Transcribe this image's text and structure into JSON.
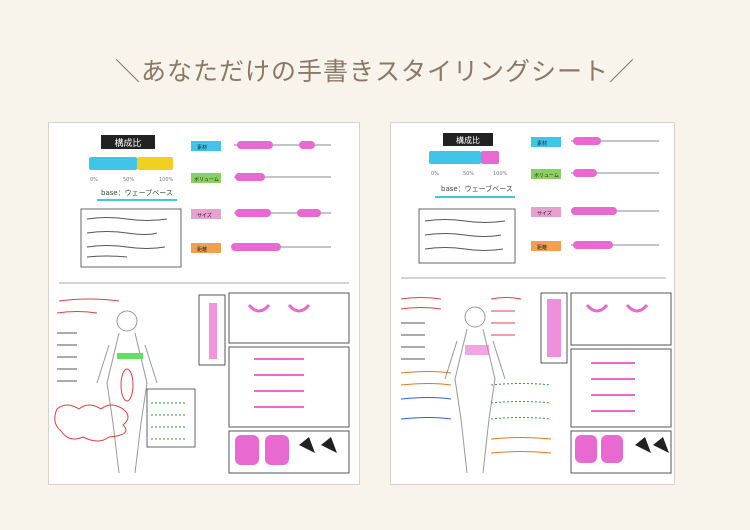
{
  "title": "＼あなただけの手書きスタイリングシート／",
  "sheet_a": {
    "heading": "構成比",
    "base_label": "base：ウェーブベース",
    "bar_ticks": [
      "0%",
      "50%",
      "100%"
    ],
    "scales": [
      "素材",
      "ボリューム",
      "サイズ",
      "距離"
    ]
  },
  "sheet_b": {
    "heading": "構成比",
    "base_label": "base：ウェーブベース",
    "bar_ticks": [
      "0%",
      "50%",
      "100%"
    ],
    "scales": [
      "素材",
      "ボリューム",
      "サイズ",
      "距離"
    ]
  },
  "colors": {
    "background": "#f8f4ec",
    "title": "#8a7868",
    "pink": "#e86ad0",
    "cyan": "#40c4e8",
    "yellow": "#f0d020",
    "orange": "#f0a050",
    "green": "#2aa02a",
    "red": "#e04040"
  }
}
